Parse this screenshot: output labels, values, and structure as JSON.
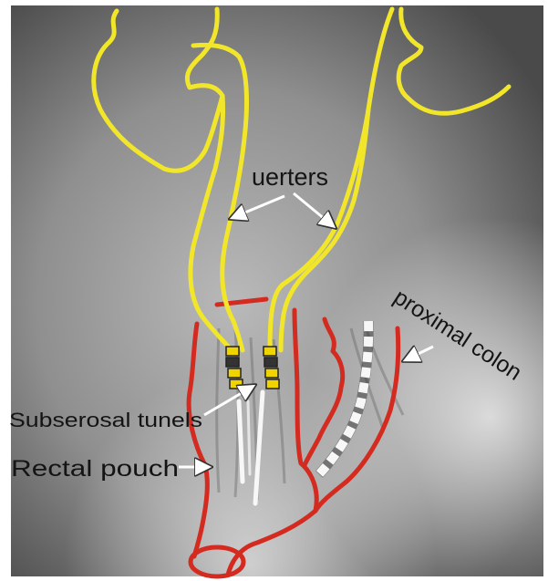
{
  "labels": {
    "ureters": "uerters",
    "proximal_colon": "proximal colon",
    "subserosal_tunnels": "Subserosal tunels",
    "rectal_pouch": "Rectal pouch"
  },
  "colors": {
    "ureter": "#f2e62a",
    "outline": "#d42b20",
    "stent": "#f7f7f7",
    "marker": "#f0d400"
  }
}
